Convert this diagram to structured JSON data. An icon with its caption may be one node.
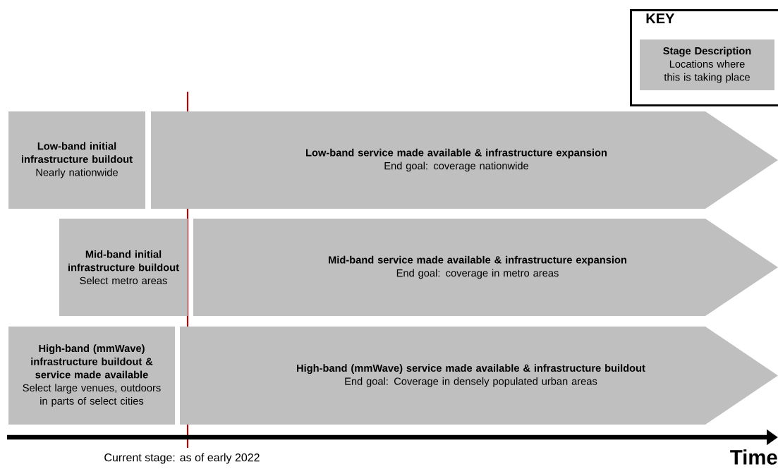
{
  "diagram": {
    "nodes": [
      {
        "text": [
          "KEY"
        ]
      },
      {
        "text": [
          "Stage Description",
          "Locations where this is taking place"
        ],
        "in": 0
      },
      {
        "text": [
          "Low-band initial infrastructure buildout",
          "Nearly nationwide"
        ]
      },
      {
        "text": [
          "Low-band service made available & infrastructure expansion",
          "End goal: coverage nationwide"
        ]
      },
      {
        "text": [
          "Mid-band initial infrastructure buildout",
          "Select metro areas"
        ]
      },
      {
        "text": [
          "Mid-band service made available & infrastructure expansion",
          "End goal: coverage in metro areas"
        ]
      },
      {
        "text": [
          "High-band (mmWave) infrastructure buildout & service made available",
          "Select large venues, outdoors in parts of select cities"
        ]
      },
      {
        "text": [
          "High-band (mmWave) service made available & infrastructure buildout",
          "End goal: Coverage in densely populated urban areas"
        ]
      }
    ],
    "labels": [
      "Current stage: as of early 2022",
      "Time"
    ]
  }
}
